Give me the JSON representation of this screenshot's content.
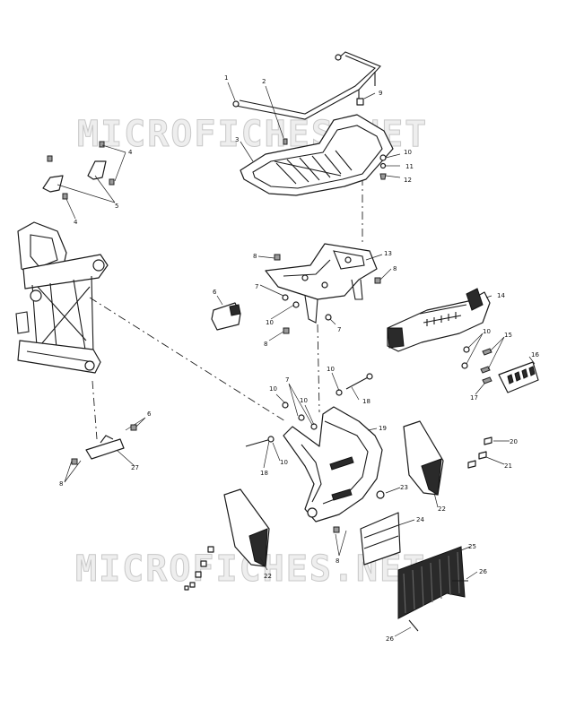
{
  "watermark": {
    "top": "MICROFICHES.NET",
    "bottom": "MICROFICHES.NET"
  },
  "callouts": {
    "c1": "1",
    "c2": "2",
    "c3": "3",
    "c4a": "4",
    "c4b": "4",
    "c5": "5",
    "c6a": "6",
    "c6b": "6",
    "c7a": "7",
    "c7b": "7",
    "c7c": "7",
    "c8a": "8",
    "c8b": "8",
    "c8c": "8",
    "c8d": "8",
    "c8e": "8",
    "c9": "9",
    "c10a": "10",
    "c10b": "10",
    "c10c": "10",
    "c10d": "10",
    "c10e": "10",
    "c10f": "10",
    "c10g": "10",
    "c11": "11",
    "c12": "12",
    "c13": "13",
    "c14": "14",
    "c15": "15",
    "c16": "16",
    "c17": "17",
    "c18a": "18",
    "c18b": "18",
    "c19": "19",
    "c20": "20",
    "c21": "21",
    "c22a": "22",
    "c22b": "22",
    "c23": "23",
    "c24": "24",
    "c25": "25",
    "c26a": "26",
    "c26b": "26",
    "c27": "27"
  }
}
